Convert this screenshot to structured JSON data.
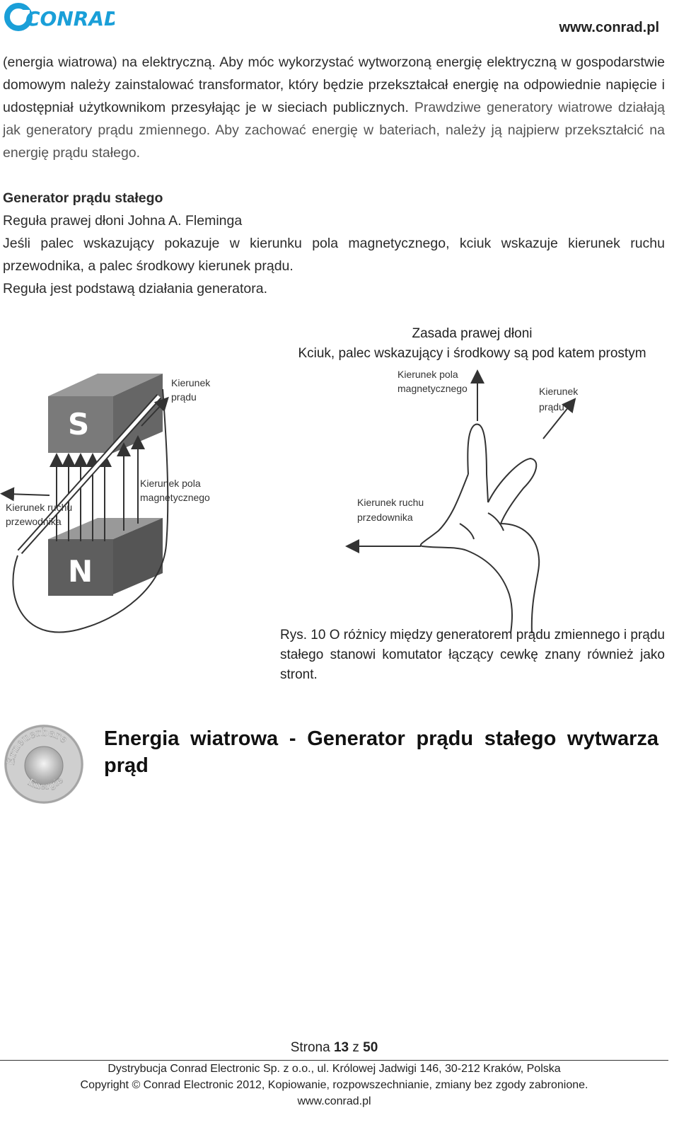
{
  "header": {
    "logo_text": "CONRAD",
    "site": "www.conrad.pl"
  },
  "intro": {
    "text_a": "(energia wiatrowa) na elektryczną. Aby móc wykorzystać wytworzoną energię elektryczną w gospodarstwie domowym należy zainstalować transformator, który będzie przekształcał energię na odpowiednie napięcie i udostępniał użytkownikom przesyłając je w sieciach publicznych.",
    "text_b": "Prawdziwe generatory wiatrowe działają jak generatory prądu zmiennego. Aby zachować energię w bateriach, należy ją najpierw przekształcić na energię prądu stałego."
  },
  "section": {
    "heading": "Generator prądu stałego",
    "rule_title": "Reguła prawej dłoni Johna A. Fleminga",
    "rule_text": "Jeśli palec wskazujący pokazuje w kierunku pola magnetycznego, kciuk wskazuje kierunek ruchu przewodnika, a palec środkowy kierunek prądu.",
    "rule_note": "Reguła jest podstawą działania generatora."
  },
  "figure": {
    "title_line1": "Zasada prawej dłoni",
    "title_line2": "Kciuk, palec wskazujący i środkowy są pod katem prostym",
    "left": {
      "magnet_top": "S",
      "magnet_bottom": "N",
      "label_current_1": "Kierunek",
      "label_current_2": "prądu",
      "label_field_1": "Kierunek pola",
      "label_field_2": "magnetycznego",
      "label_motion_1": "Kierunek ruchu",
      "label_motion_2": "przewodnika"
    },
    "right": {
      "label_field_1": "Kierunek pola",
      "label_field_2": "magnetycznego",
      "label_current_1": "Kierunek",
      "label_current_2": "prądu",
      "label_motion_1": "Kierunek ruchu",
      "label_motion_2": "przedownika"
    },
    "caption": "Rys. 10 O różnicy między generatorem prądu zmiennego i prądu stałego stanowi komutator łączący cewkę znany również jako stront."
  },
  "seal": {
    "text_top": "Erneuerbare",
    "text_bottom": "Energie"
  },
  "energy_title": "Energia wiatrowa - Generator prądu stałego wytwarza prąd",
  "footer": {
    "page_prefix": "Strona ",
    "page_num": "13",
    "page_mid": " z ",
    "page_total": "50",
    "line1": "Dystrybucja Conrad Electronic Sp. z o.o., ul. Królowej Jadwigi 146, 30-212 Kraków, Polska",
    "line2": "Copyright © Conrad Electronic 2012, Kopiowanie, rozpowszechnianie, zmiany bez zgody zabronione.",
    "line3": "www.conrad.pl"
  },
  "colors": {
    "logo": "#1a9fd8",
    "text": "#2b2b2b"
  }
}
